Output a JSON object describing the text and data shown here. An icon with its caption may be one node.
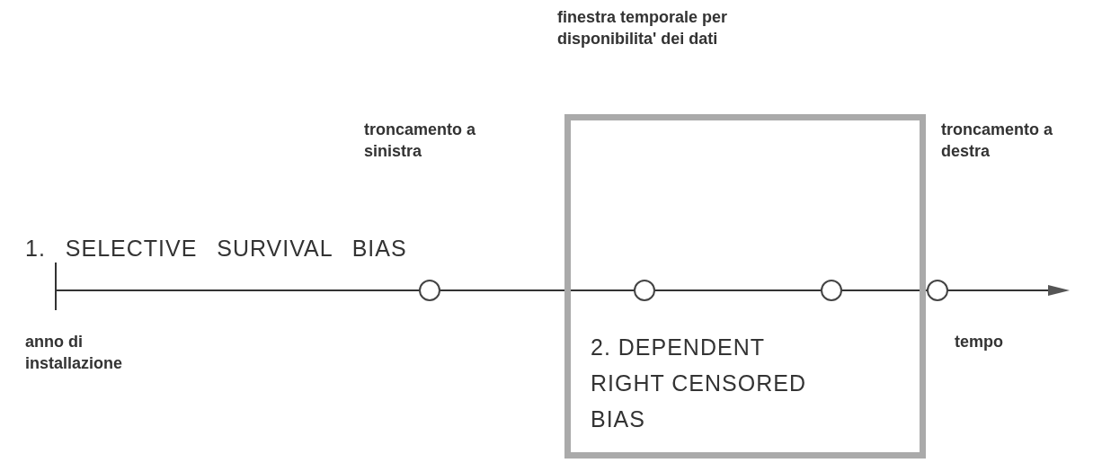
{
  "diagram": {
    "nodes": [
      {
        "text": [
          "finestra temporale per disponibilita' dei dati",
          "2. DEPENDENT RIGHT CENSORED BIAS"
        ]
      },
      {
        "text": [],
        "shape": "circle"
      },
      {
        "text": [],
        "shape": "circle",
        "in": 0
      },
      {
        "text": [],
        "shape": "circle",
        "in": 0
      },
      {
        "text": [],
        "shape": "circle"
      }
    ],
    "labels": [
      "troncamento a sinistra",
      "troncamento a destra",
      "1. SELECTIVE SURVIVAL BIAS",
      "anno di installazione",
      "tempo"
    ]
  }
}
